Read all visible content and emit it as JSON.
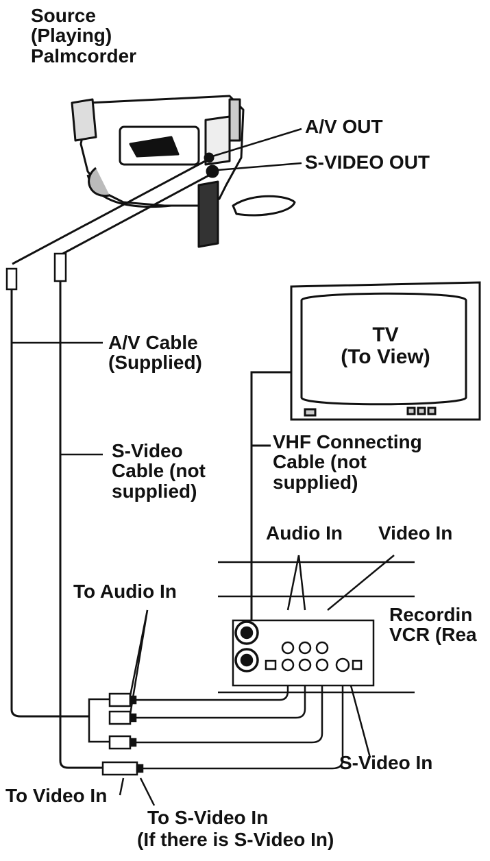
{
  "source": {
    "line1": "Source",
    "line2": "(Playing)",
    "line3": "Palmcorder"
  },
  "camcorder": {
    "av_out": "A/V OUT",
    "s_video_out": "S-VIDEO OUT"
  },
  "av_cable": {
    "line1": "A/V Cable",
    "line2": "(Supplied)"
  },
  "s_video_cable": {
    "line1": "S-Video",
    "line2": "Cable (not",
    "line3": "supplied)"
  },
  "tv": {
    "line1": "TV",
    "line2": "(To View)"
  },
  "vhf_cable": {
    "line1": "VHF Connecting",
    "line2": "Cable (not",
    "line3": "supplied)"
  },
  "vcr": {
    "audio_in": "Audio In",
    "video_in": "Video In",
    "line1": "Recordin",
    "line2": "VCR (Rea",
    "s_video_in": "S-Video In"
  },
  "plugs": {
    "to_audio_in": "To Audio In",
    "to_video_in": "To Video In",
    "to_s_video_in": "To S-Video In",
    "if_s_video_in": "(If there is S-Video In)"
  }
}
